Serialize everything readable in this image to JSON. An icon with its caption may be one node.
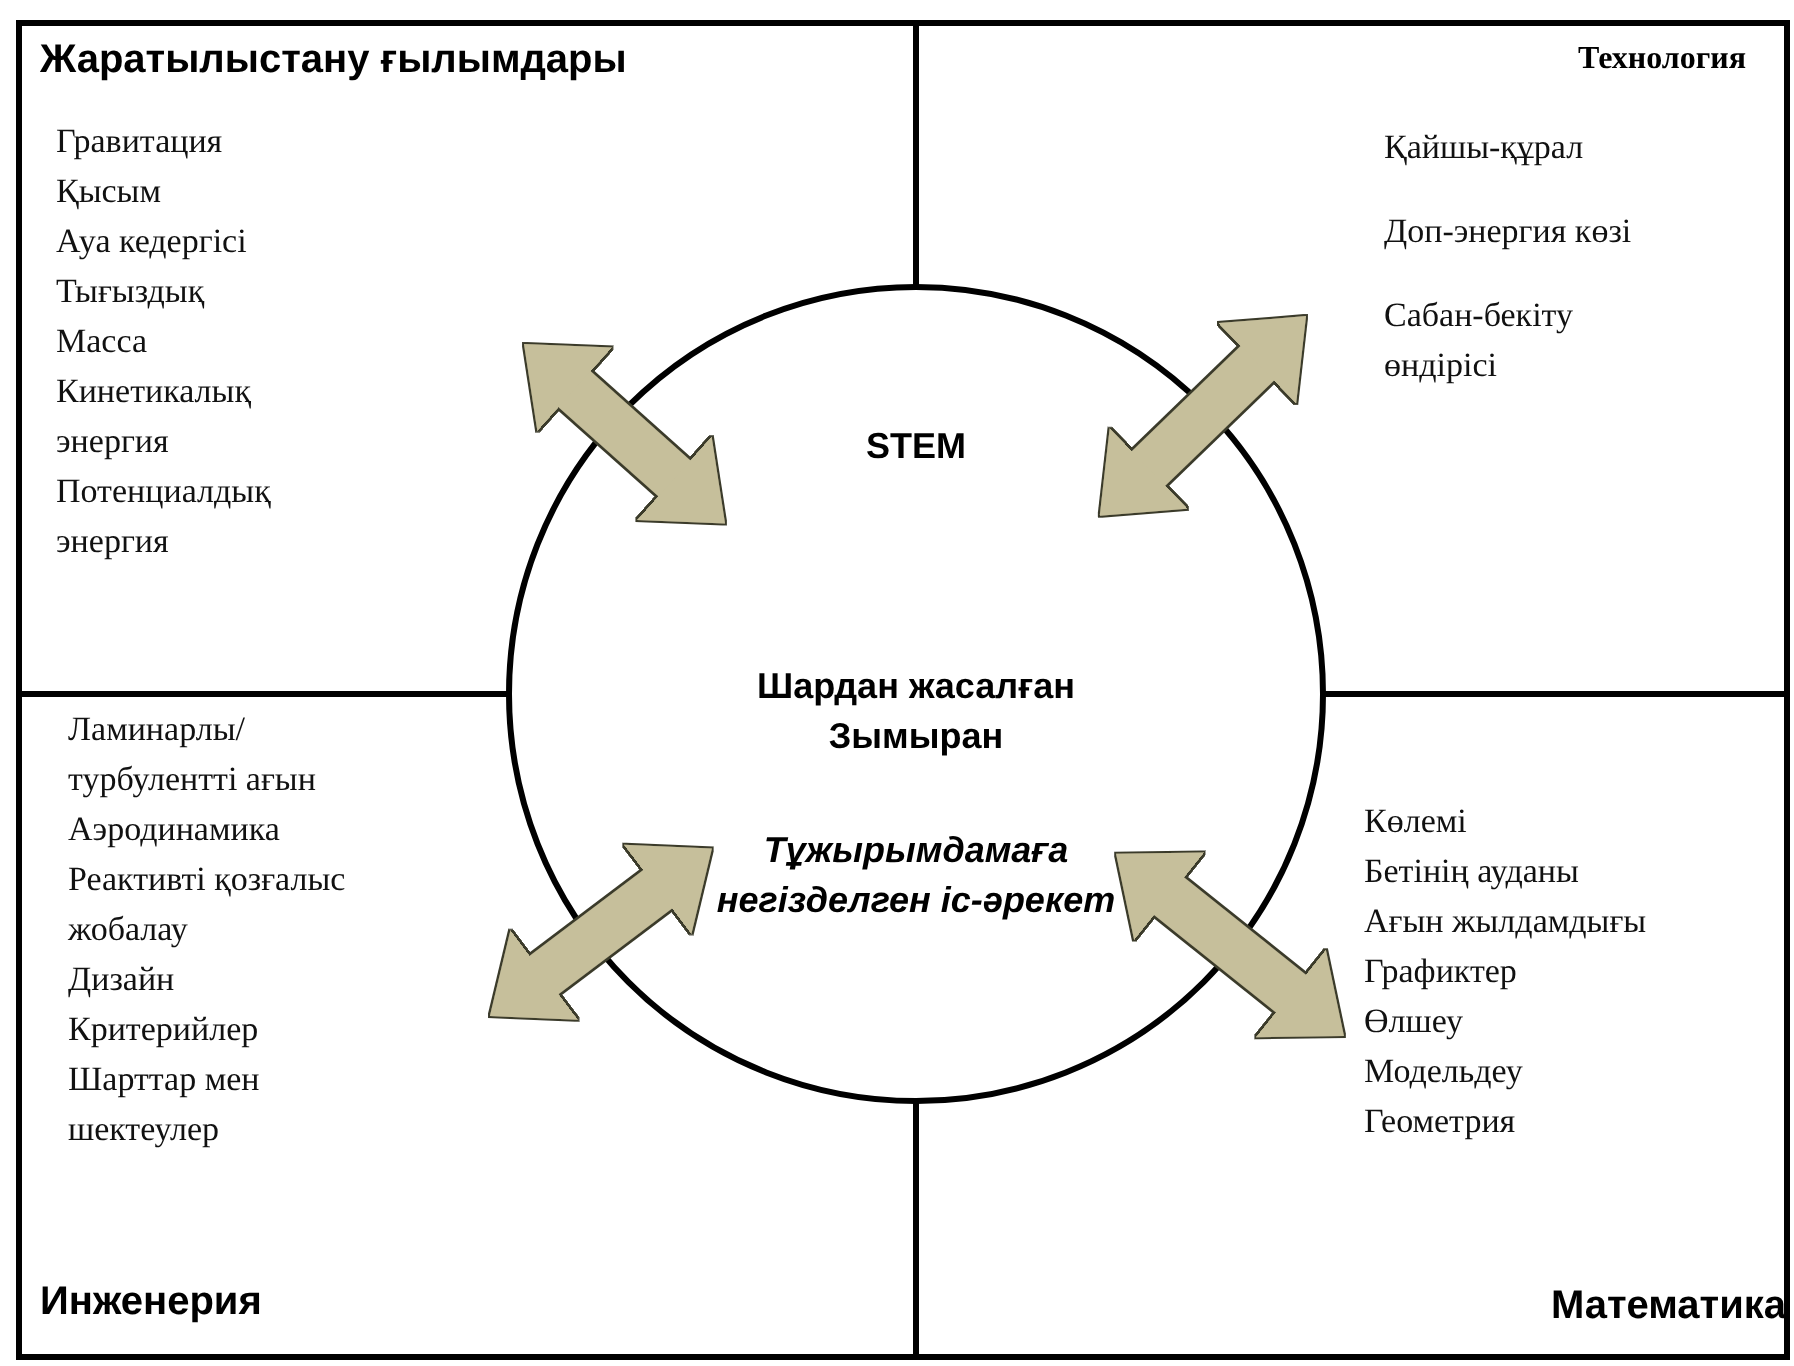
{
  "diagram": {
    "nodes": [
      {
        "text": [
          "Жаратылыстану ғылымдары",
          "Гравитация",
          "Қысым",
          "Ауа кедергісі",
          "Тығыздық",
          "Масса",
          "Кинетикалық энергия",
          "Потенциалдық энергия"
        ]
      },
      {
        "text": [
          "Технология",
          "Қайшы-құрал",
          "Доп-энергия көзі",
          "Сабан-бекіту өндірісі"
        ]
      },
      {
        "text": [
          "Ламинарлы/ турбулентті ағын",
          "Аэродинамика",
          "Реактивті қозғалыс жобалау",
          "Дизайн",
          "Критерийлер",
          "Шарттар мен шектеулер",
          "Инженерия"
        ]
      },
      {
        "text": [
          "Көлемі",
          "Бетінің ауданы",
          "Ағын жылдамдығы",
          "Графиктер",
          "Өлшеу",
          "Модельдеу",
          "Геометрия",
          "Математика"
        ]
      },
      {
        "text": [
          "STEM",
          "Шардан жасалған Зымыран",
          "Тұжырымдамаға негізделген іс-әрекет"
        ]
      }
    ],
    "edges": [
      {
        "from": 4,
        "to": 0,
        "arrow": "both"
      },
      {
        "from": 4,
        "to": 1,
        "arrow": "both"
      },
      {
        "from": 4,
        "to": 2,
        "arrow": "both"
      },
      {
        "from": 4,
        "to": 3,
        "arrow": "both"
      }
    ]
  }
}
